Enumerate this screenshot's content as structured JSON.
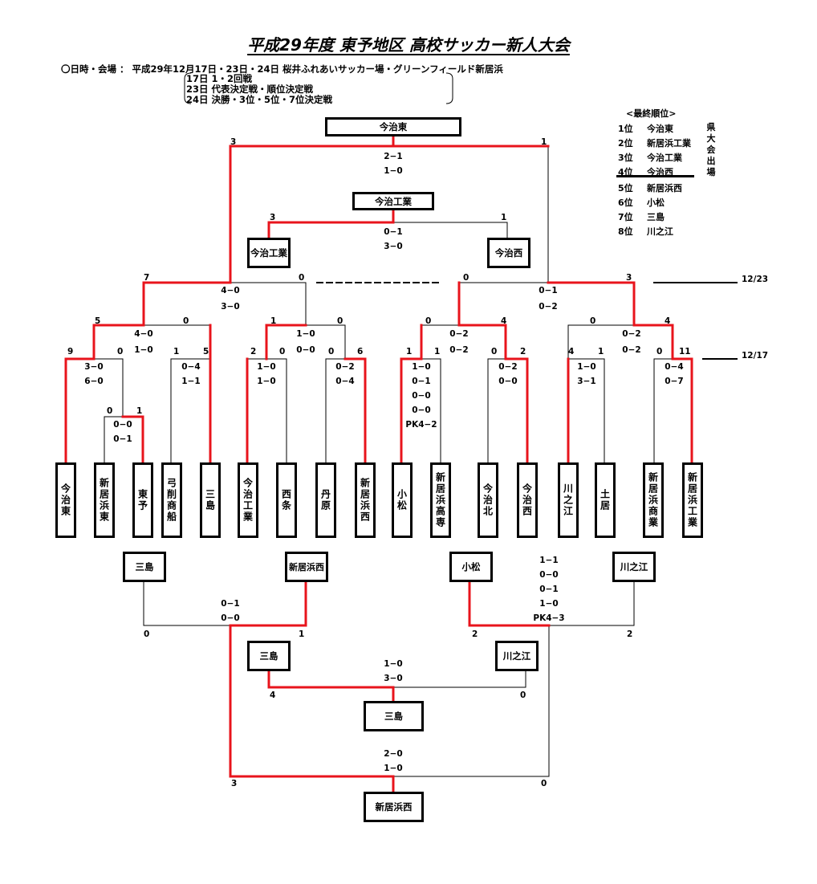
{
  "title": "平成29年度  東予地区  高校サッカー新人大会",
  "info": "〇日時・会場  ：  平成29年12月17日・23日・24日      桜井ふれあいサッカー場・グリーンフィールド新居浜",
  "schedule": [
    "17日  1・2回戦",
    "23日  代表決定戦・順位決定戦",
    "24日  決勝・3位・5位・7位決定戦"
  ],
  "ranking": {
    "title": "<最終順位>",
    "rows": [
      {
        "pos": "1位",
        "team": "今治東"
      },
      {
        "pos": "2位",
        "team": "新居浜工業"
      },
      {
        "pos": "3位",
        "team": "今治工業"
      },
      {
        "pos": "4位",
        "team": "今治西"
      },
      {
        "pos": "5位",
        "team": "新居浜西"
      },
      {
        "pos": "6位",
        "team": "小松"
      },
      {
        "pos": "7位",
        "team": "三島"
      },
      {
        "pos": "8位",
        "team": "川之江"
      }
    ],
    "note": "県大会出場"
  },
  "dates": {
    "d1223": "12/23",
    "d1217": "12/17"
  },
  "teams": [
    "今治東",
    "新居浜東",
    "東予",
    "弓削商船",
    "三島",
    "今治工業",
    "西条",
    "丹原",
    "新居浜西",
    "小松",
    "新居浜高専",
    "今治北",
    "今治西",
    "川之江",
    "土居",
    "新居浜商業",
    "新居浜工業"
  ],
  "boxes": {
    "champion": "今治東",
    "third": "今治工業",
    "sf_left": "今治工業",
    "sf_right": "今治西",
    "p5_a": "三島",
    "p5_b": "新居浜西",
    "p5_c": "小松",
    "p5_d": "川之江",
    "p7_a": "三島",
    "p7_b": "川之江",
    "seventh": "三島",
    "fifth": "新居浜西"
  },
  "scores": {
    "final_l": "3",
    "final_r": "1",
    "final_h1": "2−1",
    "final_h2": "1−0",
    "third_l": "3",
    "third_r": "1",
    "third_h1": "0−1",
    "third_h2": "3−0",
    "sf1_l": "7",
    "sf1_r": "0",
    "sf1_h1": "4−0",
    "sf1_h2": "3−0",
    "sf2_l": "0",
    "sf2_r": "3",
    "sf2_h1": "0−1",
    "sf2_h2": "0−2",
    "r2a_l": "5",
    "r2a_r": "0",
    "r2a_h1": "4−0",
    "r2a_h2": "1−0",
    "r2b_l": "1",
    "r2b_r": "0",
    "r2b_h1": "1−0",
    "r2b_h2": "0−0",
    "r2c_l": "0",
    "r2c_r": "4",
    "r2c_h1": "0−2",
    "r2c_h2": "0−2",
    "r2d_l": "0",
    "r2d_r": "4",
    "r2d_h1": "0−2",
    "r2d_h2": "0−2",
    "m1_l": "9",
    "m1_r": "0",
    "m1_h1": "3−0",
    "m1_h2": "6−0",
    "m0_l": "0",
    "m0_r": "1",
    "m0_h1": "0−0",
    "m0_h2": "0−1",
    "m2_l": "1",
    "m2_r": "5",
    "m2_h1": "0−4",
    "m2_h2": "1−1",
    "m3_l": "2",
    "m3_r": "0",
    "m3_h1": "1−0",
    "m3_h2": "1−0",
    "m4_l": "0",
    "m4_r": "6",
    "m4_h1": "0−2",
    "m4_h2": "0−4",
    "m5_l": "1",
    "m5_r": "1",
    "m5_h1": "1−0",
    "m5_h2": "0−1",
    "m5_h3": "0−0",
    "m5_h4": "0−0",
    "m5_pk": "PK4−2",
    "m6_l": "0",
    "m6_r": "2",
    "m6_h1": "0−2",
    "m6_h2": "0−0",
    "m7_l": "4",
    "m7_r": "1",
    "m7_h1": "1−0",
    "m7_h2": "3−1",
    "m8_l": "0",
    "m8_r": "11",
    "m8_h1": "0−4",
    "m8_h2": "0−7",
    "c1_l": "0",
    "c1_r": "1",
    "c1_h1": "0−1",
    "c1_h2": "0−0",
    "c2_l": "2",
    "c2_r": "2",
    "c2_h1": "1−1",
    "c2_h2": "0−0",
    "c2_h3": "0−1",
    "c2_h4": "1−0",
    "c2_pk": "PK4−3",
    "p7_l": "4",
    "p7_r": "0",
    "p7_h1": "1−0",
    "p7_h2": "3−0",
    "p5_l": "3",
    "p5_r": "0",
    "p5_h1": "2−0",
    "p5_h2": "1−0"
  },
  "colors": {
    "win": "#e8141c",
    "line": "#000000"
  }
}
